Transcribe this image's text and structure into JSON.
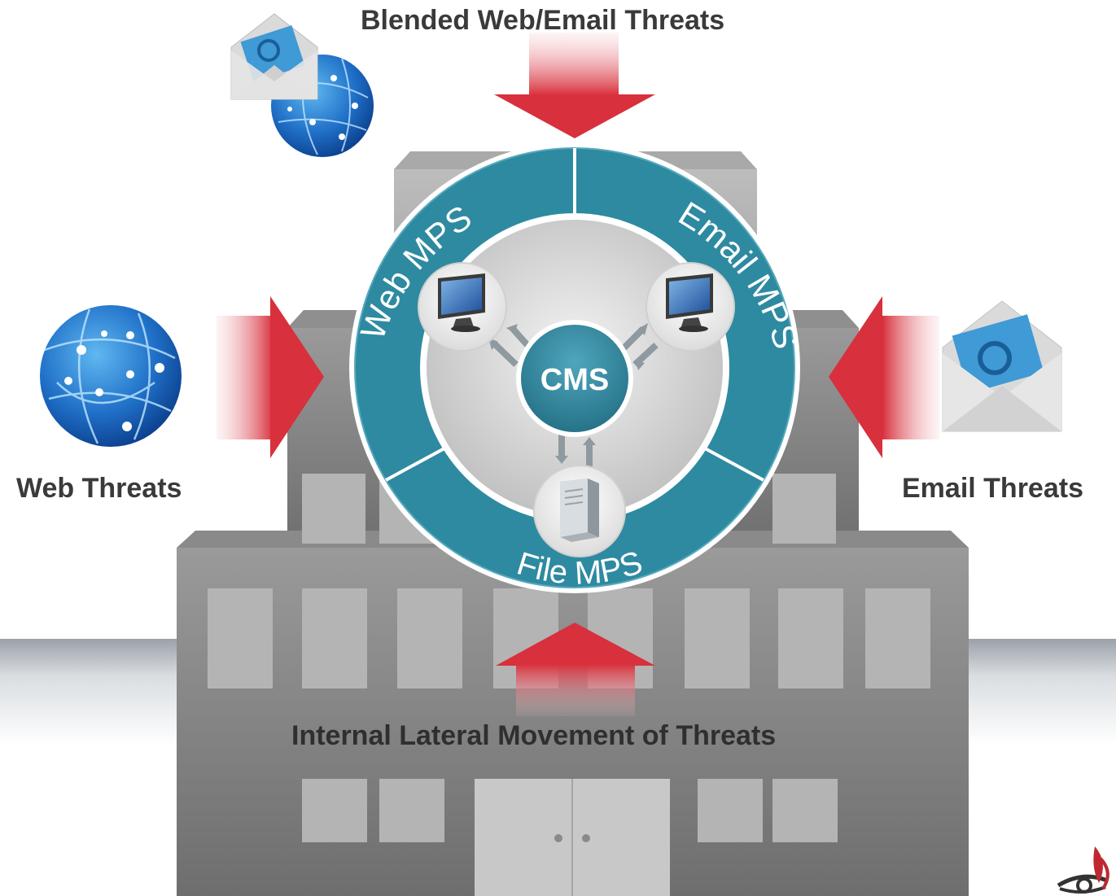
{
  "labels": {
    "blended": "Blended Web/Email Threats",
    "web_threats": "Web Threats",
    "email_threats": "Email Threats",
    "internal": "Internal Lateral Movement of Threats"
  },
  "ring": {
    "web_mps": "Web MPS",
    "email_mps": "Email MPS",
    "file_mps": "File MPS",
    "center": "CMS"
  },
  "colors": {
    "ring_teal": "#2e8aa0",
    "arrow_red": "#d8303c",
    "building_gray": "#8c8c8c",
    "text_dark": "#3a3a3a"
  },
  "icons": [
    "globe-icon",
    "email-envelope-icon",
    "computer-monitor-icon",
    "server-icon",
    "logo-icon"
  ]
}
